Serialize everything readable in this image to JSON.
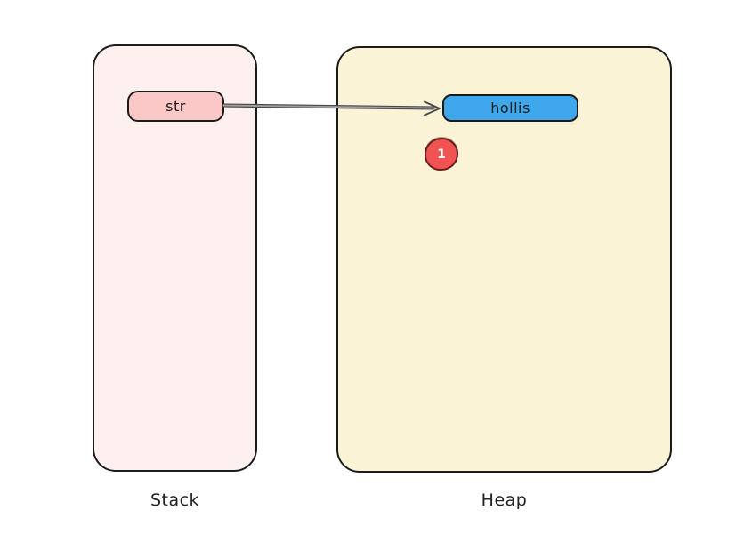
{
  "diagram": {
    "background": "#ffffff",
    "stroke_color": "#1b1b1b",
    "stack": {
      "title": "Stack",
      "fill": "#fdf0ee",
      "item": {
        "label": "str",
        "fill": "#fcc8c7"
      }
    },
    "heap": {
      "title": "Heap",
      "fill": "#fbf3d6",
      "item": {
        "label": "hollis",
        "fill": "#3fa7ec"
      }
    },
    "pointer_arrow": {
      "from": "str",
      "to": "hollis",
      "color": "#4a4a4a"
    },
    "ref_count_badge": {
      "value": "1",
      "fill": "#f15352",
      "stroke": "#69211d",
      "text_color": "#ffffff"
    }
  }
}
